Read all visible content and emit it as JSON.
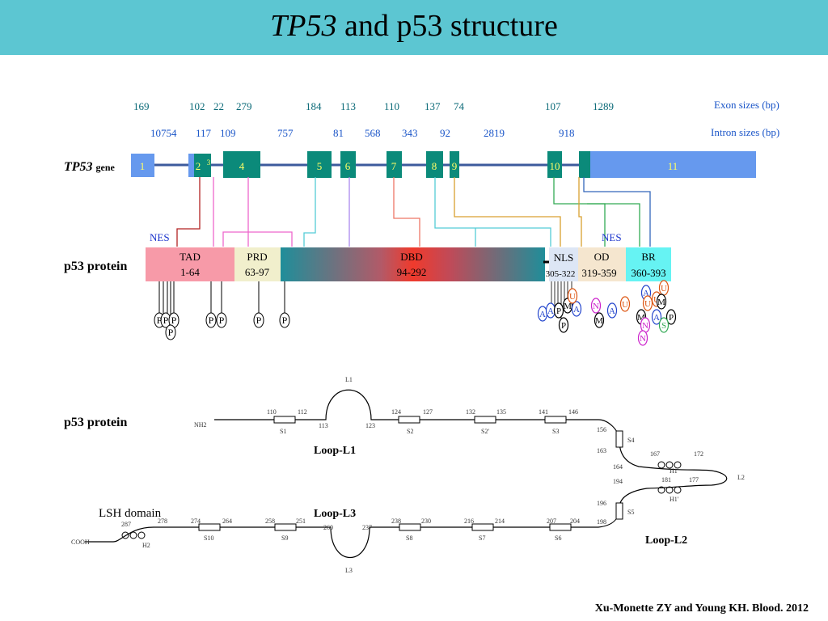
{
  "title": {
    "italic": "TP53",
    "rest": "and p53 structure"
  },
  "exon_sizes": [
    "169",
    "102",
    "22",
    "279",
    "184",
    "113",
    "110",
    "137",
    "74",
    "107",
    "1289"
  ],
  "intron_sizes": [
    "10754",
    "117",
    "109",
    "757",
    "81",
    "568",
    "343",
    "92",
    "2819",
    "918"
  ],
  "exon_sizes_label": "Exon sizes (bp)",
  "intron_sizes_label": "Intron sizes (bp)",
  "gene_label": {
    "italic": "TP53",
    "rest": "gene"
  },
  "exons": [
    "1",
    "2",
    "3",
    "4",
    "5",
    "6",
    "7",
    "8",
    "9",
    "10",
    "11"
  ],
  "protein_label": "p53 protein",
  "nes_label": "NES",
  "domains": [
    {
      "name": "TAD",
      "range": "1-64"
    },
    {
      "name": "PRD",
      "range": "63-97"
    },
    {
      "name": "DBD",
      "range": "94-292"
    },
    {
      "name": "NLS",
      "range": "305-322"
    },
    {
      "name": "OD",
      "range": "319-359"
    },
    {
      "name": "BR",
      "range": "360-393"
    }
  ],
  "mod_P": "P",
  "mod_A": "A",
  "mod_U": "U",
  "mod_M": "M",
  "mod_N": "N",
  "mod_S": "S",
  "colors": {
    "header": "#5cc6d2",
    "exon_dark": "#0b8a7a",
    "exon_light": "#6699ee",
    "tad": "#f79aa8",
    "prd": "#f1efcc",
    "od": "#f5e6cf",
    "br": "#66f3f3",
    "nls": "#dde6f5"
  },
  "structure": {
    "nh2": "NH2",
    "cooh": "COOH",
    "loop_l1": "Loop-L1",
    "loop_l2": "Loop-L2",
    "loop_l3": "Loop-L3",
    "lsh": "LSH domain",
    "nums": [
      "110",
      "112",
      "113",
      "123",
      "124",
      "127",
      "132",
      "135",
      "141",
      "146",
      "156",
      "163",
      "164",
      "167",
      "172",
      "194",
      "181",
      "177",
      "196",
      "198",
      "207",
      "204",
      "216",
      "214",
      "238",
      "230",
      "237",
      "260",
      "258",
      "251",
      "274",
      "264",
      "287",
      "278",
      "L1",
      "L2",
      "L3"
    ],
    "strands": [
      "S1",
      "S2",
      "S2'",
      "S3",
      "S4",
      "H1",
      "H1'",
      "S5",
      "S6",
      "S7",
      "S8",
      "S9",
      "S10",
      "H2"
    ]
  },
  "citation": "Xu-Monette ZY and Young KH. Blood. 2012"
}
